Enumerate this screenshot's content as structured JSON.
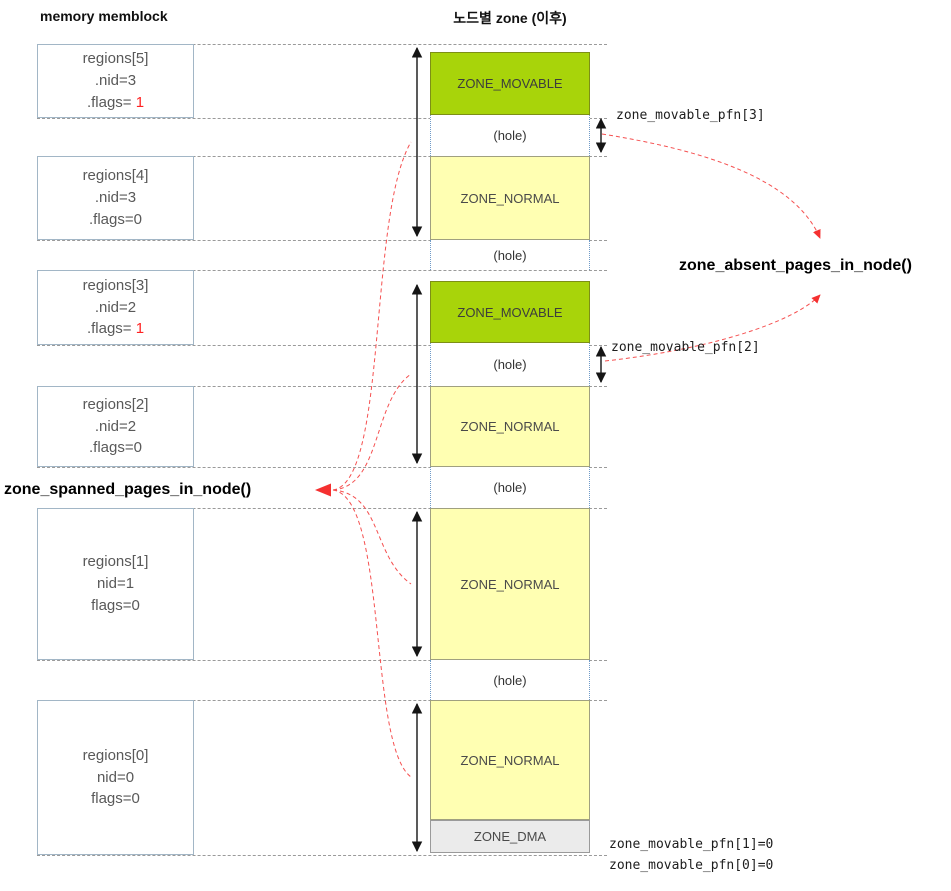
{
  "headers": {
    "memblock": "memory memblock",
    "zones": "노드별 zone (이후)"
  },
  "regions": [
    {
      "name": "regions[5]",
      "nid": ".nid=3",
      "flags": ".flags= ",
      "flags_red": "1"
    },
    {
      "name": "regions[4]",
      "nid": ".nid=3",
      "flags": ".flags=0",
      "flags_red": ""
    },
    {
      "name": "regions[3]",
      "nid": ".nid=2",
      "flags": ".flags= ",
      "flags_red": "1"
    },
    {
      "name": "regions[2]",
      "nid": ".nid=2",
      "flags": ".flags=0",
      "flags_red": ""
    },
    {
      "name": "regions[1]",
      "nid": "nid=1",
      "flags": "flags=0",
      "flags_red": ""
    },
    {
      "name": "regions[0]",
      "nid": "nid=0",
      "flags": "flags=0",
      "flags_red": ""
    }
  ],
  "zones": [
    {
      "type": "movable",
      "label": "ZONE_MOVABLE"
    },
    {
      "type": "hole",
      "label": "(hole)"
    },
    {
      "type": "normal",
      "label": "ZONE_NORMAL"
    },
    {
      "type": "hole",
      "label": "(hole)"
    },
    {
      "type": "movable",
      "label": "ZONE_MOVABLE"
    },
    {
      "type": "hole",
      "label": "(hole)"
    },
    {
      "type": "normal",
      "label": "ZONE_NORMAL"
    },
    {
      "type": "hole",
      "label": "(hole)"
    },
    {
      "type": "normal",
      "label": "ZONE_NORMAL"
    },
    {
      "type": "hole",
      "label": "(hole)"
    },
    {
      "type": "normal",
      "label": "ZONE_NORMAL"
    },
    {
      "type": "dma",
      "label": "ZONE_DMA"
    }
  ],
  "annotations": {
    "spanned": "zone_spanned_pages_in_node()",
    "absent": "zone_absent_pages_in_node()",
    "movable_pfn_3": "zone_movable_pfn[3]",
    "movable_pfn_2": "zone_movable_pfn[2]",
    "movable_pfn_1": "zone_movable_pfn[1]=0",
    "movable_pfn_0": "zone_movable_pfn[0]=0"
  },
  "colors": {
    "zone_movable": "#a8d40a",
    "zone_normal": "#ffffb2",
    "zone_dma": "#ebebeb",
    "accent_red": "#ff2222"
  }
}
